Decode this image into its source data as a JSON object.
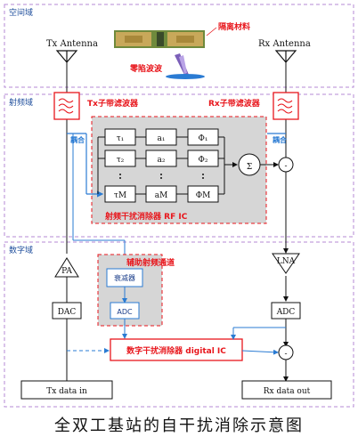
{
  "domains": {
    "space": "空间域",
    "rf": "射频域",
    "digital": "数字域"
  },
  "antennas": {
    "tx": "Tx Antenna",
    "rx": "Rx Antenna"
  },
  "labels": {
    "isolation_material": "隔离材料",
    "zero_trap_wave": "零陷波波",
    "tx_subband_filter": "Tx子带滤波器",
    "rx_subband_filter": "Rx子带滤波器",
    "aux_rf_channel": "辅助射频通道",
    "rf_canceller": "射频干扰消除器 RF IC",
    "digital_canceller": "数字干扰消除器 digital IC",
    "coupler_left": "耦合",
    "coupler_right": "耦合"
  },
  "taps": [
    {
      "tau": "τ₁",
      "a": "a₁",
      "phi": "Φ₁"
    },
    {
      "tau": "τ₂",
      "a": "a₂",
      "phi": "Φ₂"
    },
    {
      "tau": "τM",
      "a": "aM",
      "phi": "ΦM"
    }
  ],
  "blocks": {
    "sum": "Σ",
    "minus": "-",
    "pa": "PA",
    "lna": "LNA",
    "dac": "DAC",
    "adc_aux": "ADC",
    "adc_rx": "ADC",
    "attenuator": "衰减器",
    "tx_data": "Tx data in",
    "rx_data": "Rx data out"
  },
  "caption": "全双工基站的自干扰消除示意图",
  "colors": {
    "domain_border": "#b48ad6",
    "red": "#e8161c",
    "blue": "#2a7bd3",
    "grey_panel": "#d6d6d6"
  }
}
